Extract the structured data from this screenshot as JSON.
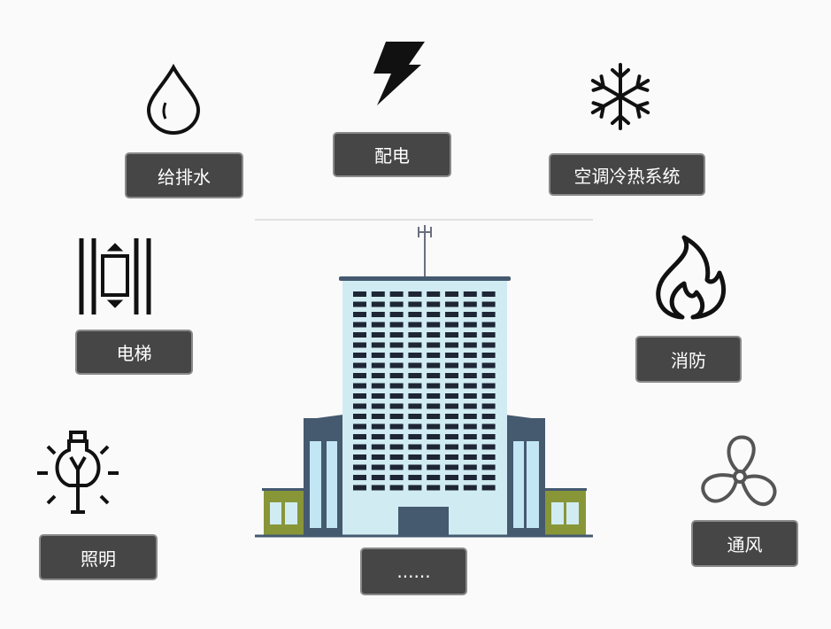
{
  "systems": [
    {
      "id": "water",
      "label": "给排水",
      "icon": "water-drop-icon"
    },
    {
      "id": "power",
      "label": "配电",
      "icon": "lightning-bolt-icon"
    },
    {
      "id": "hvac",
      "label": "空调冷热系统",
      "icon": "snowflake-icon"
    },
    {
      "id": "elevator",
      "label": "电梯",
      "icon": "elevator-icon"
    },
    {
      "id": "fire",
      "label": "消防",
      "icon": "flame-icon"
    },
    {
      "id": "lighting",
      "label": "照明",
      "icon": "light-bulb-icon"
    },
    {
      "id": "ventilation",
      "label": "通风",
      "icon": "fan-icon"
    },
    {
      "id": "more",
      "label": "......"
    }
  ],
  "colors": {
    "label_bg": "#464646",
    "tower": "#d0ecf2",
    "wing": "#45596f",
    "annex": "#889638",
    "window": "#1e2636"
  }
}
